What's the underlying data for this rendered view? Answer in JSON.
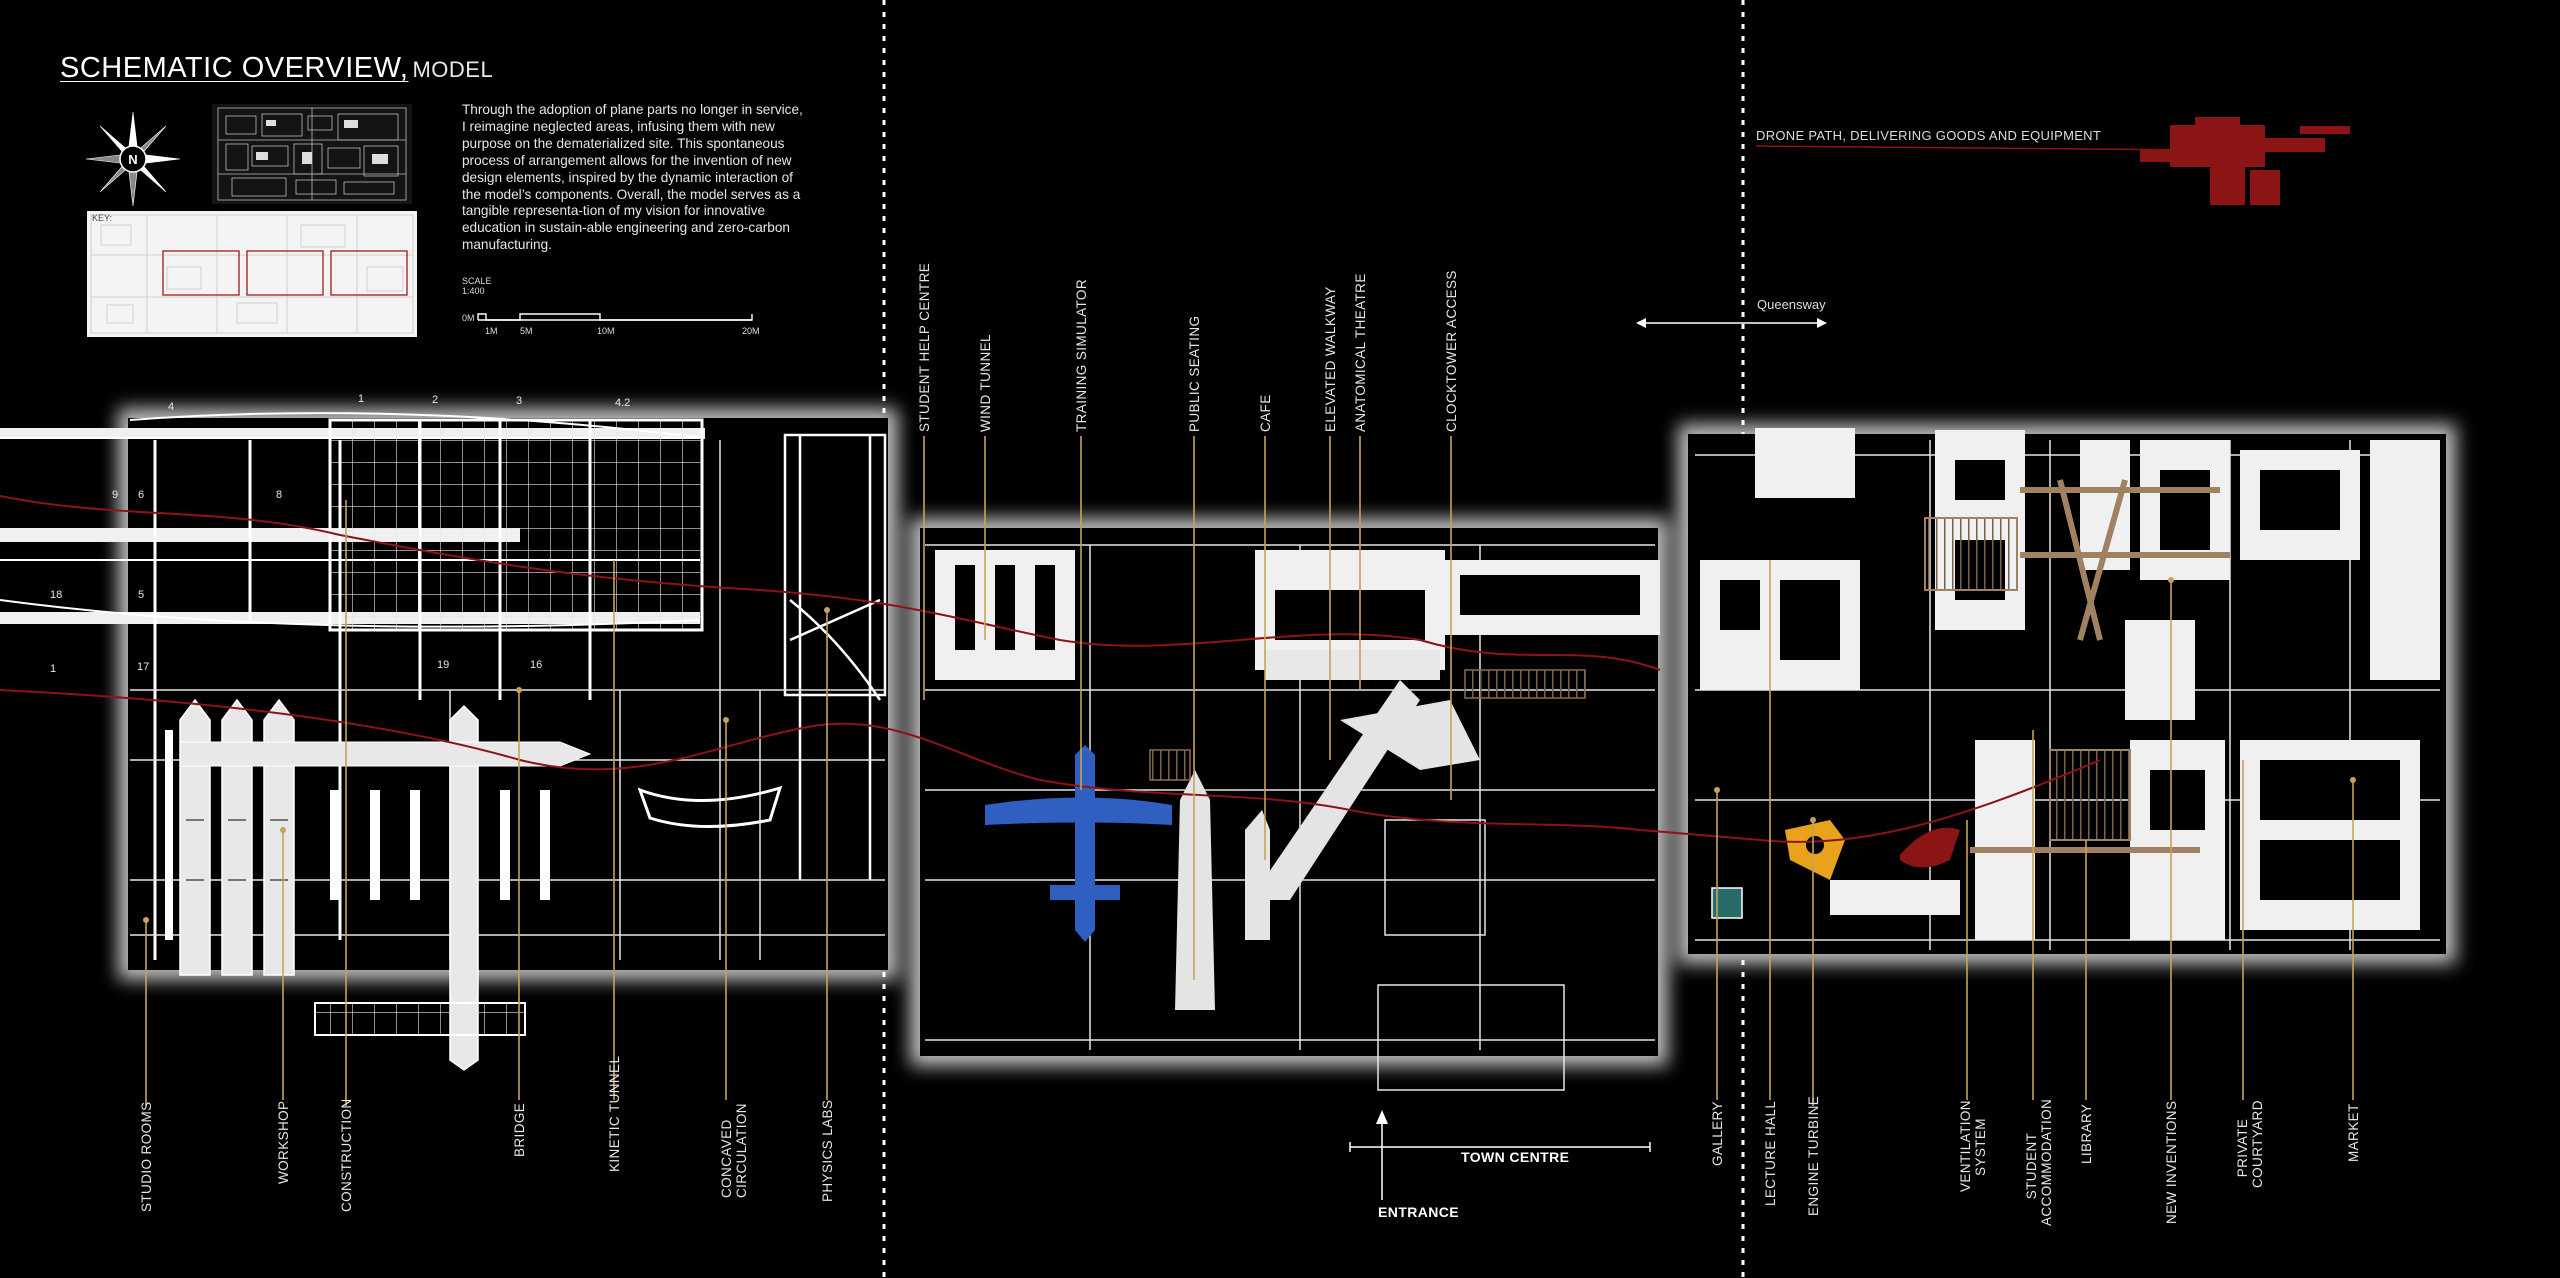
{
  "header": {
    "title_main": "SCHEMATIC OVERVIEW,",
    "title_sub": "MODEL"
  },
  "description": "Through the adoption of plane parts no longer in service, I reimagine neglected areas, infusing them with new purpose on the dematerialized site. This spontaneous process of arrangement allows for the invention of new design elements, inspired by the dynamic interaction of the model’s components. Overall, the model serves as a tangible representa-tion of my vision for innovative education in sustain-able engineering and zero-carbon manufacturing.",
  "key": {
    "label": "KEY:"
  },
  "compass": {
    "letter": "N"
  },
  "scale": {
    "label": "SCALE",
    "ratio": "1:400",
    "ticks": [
      "0M",
      "1M",
      "5M",
      "10M",
      "20M"
    ]
  },
  "annotations": {
    "drone": "DRONE PATH, DELIVERING GOODS AND EQUIPMENT",
    "queensway": "Queensway",
    "town_centre": "TOWN CENTRE",
    "entrance": "ENTRANCE"
  },
  "top_labels": [
    "STUDENT HELP CENTRE",
    "WIND TUNNEL",
    "TRAINING SIMULATOR",
    "PUBLIC SEATING",
    "CAFE",
    "ELEVATED WALKWAY",
    "ANATOMICAL THEATRE",
    "CLOCKTOWER ACCESS"
  ],
  "bottom_labels": [
    "STUDIO ROOMS",
    "WORKSHOP",
    "CONSTRUCTION",
    "BRIDGE",
    "KINETIC  TUNNEL",
    "CONCAVED CIRCULATION",
    "PHYSICS LABS",
    "GALLERY",
    "LECTURE  HALL",
    "ENGINE TURBINE",
    "VENTILATION SYSTEM",
    "STUDENT ACCOMMODATION",
    "LIBRARY",
    "NEW  INVENTIONS",
    "PRIVATE COURTYARD",
    "MARKET"
  ],
  "model_numbers": [
    "4",
    "1",
    "2",
    "3",
    "4.2",
    "9",
    "6",
    "8",
    "18",
    "5",
    "17",
    "1",
    "19",
    "16"
  ],
  "colors": {
    "background": "#000000",
    "line": "#ffffff",
    "leader": "#c8a25a",
    "drone": "#8b1414",
    "plane_blue": "#2e5fc1",
    "turbine_orange": "#e8a21b",
    "wood": "#a08262"
  }
}
